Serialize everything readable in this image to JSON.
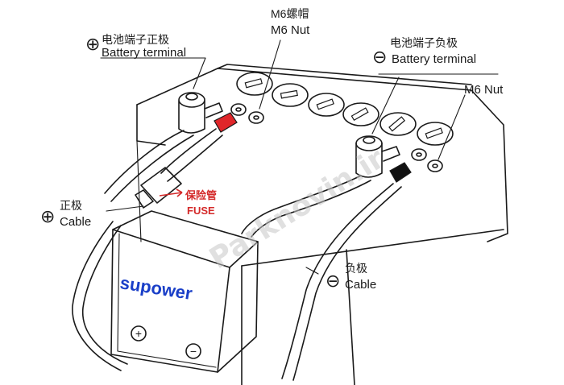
{
  "labels": {
    "pos_terminal_cn": "电池端子正极",
    "pos_terminal_en": "Battery terminal",
    "nut_cn": "M6螺帽",
    "nut_en": "M6 Nut",
    "neg_terminal_cn": "电池端子负极",
    "neg_terminal_en": "Battery terminal",
    "nut_right": "M6 Nut",
    "pos_cable_cn": "正极",
    "pos_cable_en": "Cable",
    "neg_cable_cn": "负极",
    "neg_cable_en": "Cable",
    "fuse_cn": "保险管",
    "fuse_en": "FUSE",
    "brand": "supower",
    "watermark": "Parknovin.ir"
  },
  "symbols": {
    "positive": "⊕",
    "negative": "⊖",
    "plus": "+",
    "minus": "−"
  },
  "colors": {
    "line": "#1a1a1a",
    "brand_text": "#1a3fc8",
    "fuse_text": "#d42a2a",
    "terminal_red": "#e0262a",
    "terminal_black": "#111111"
  }
}
